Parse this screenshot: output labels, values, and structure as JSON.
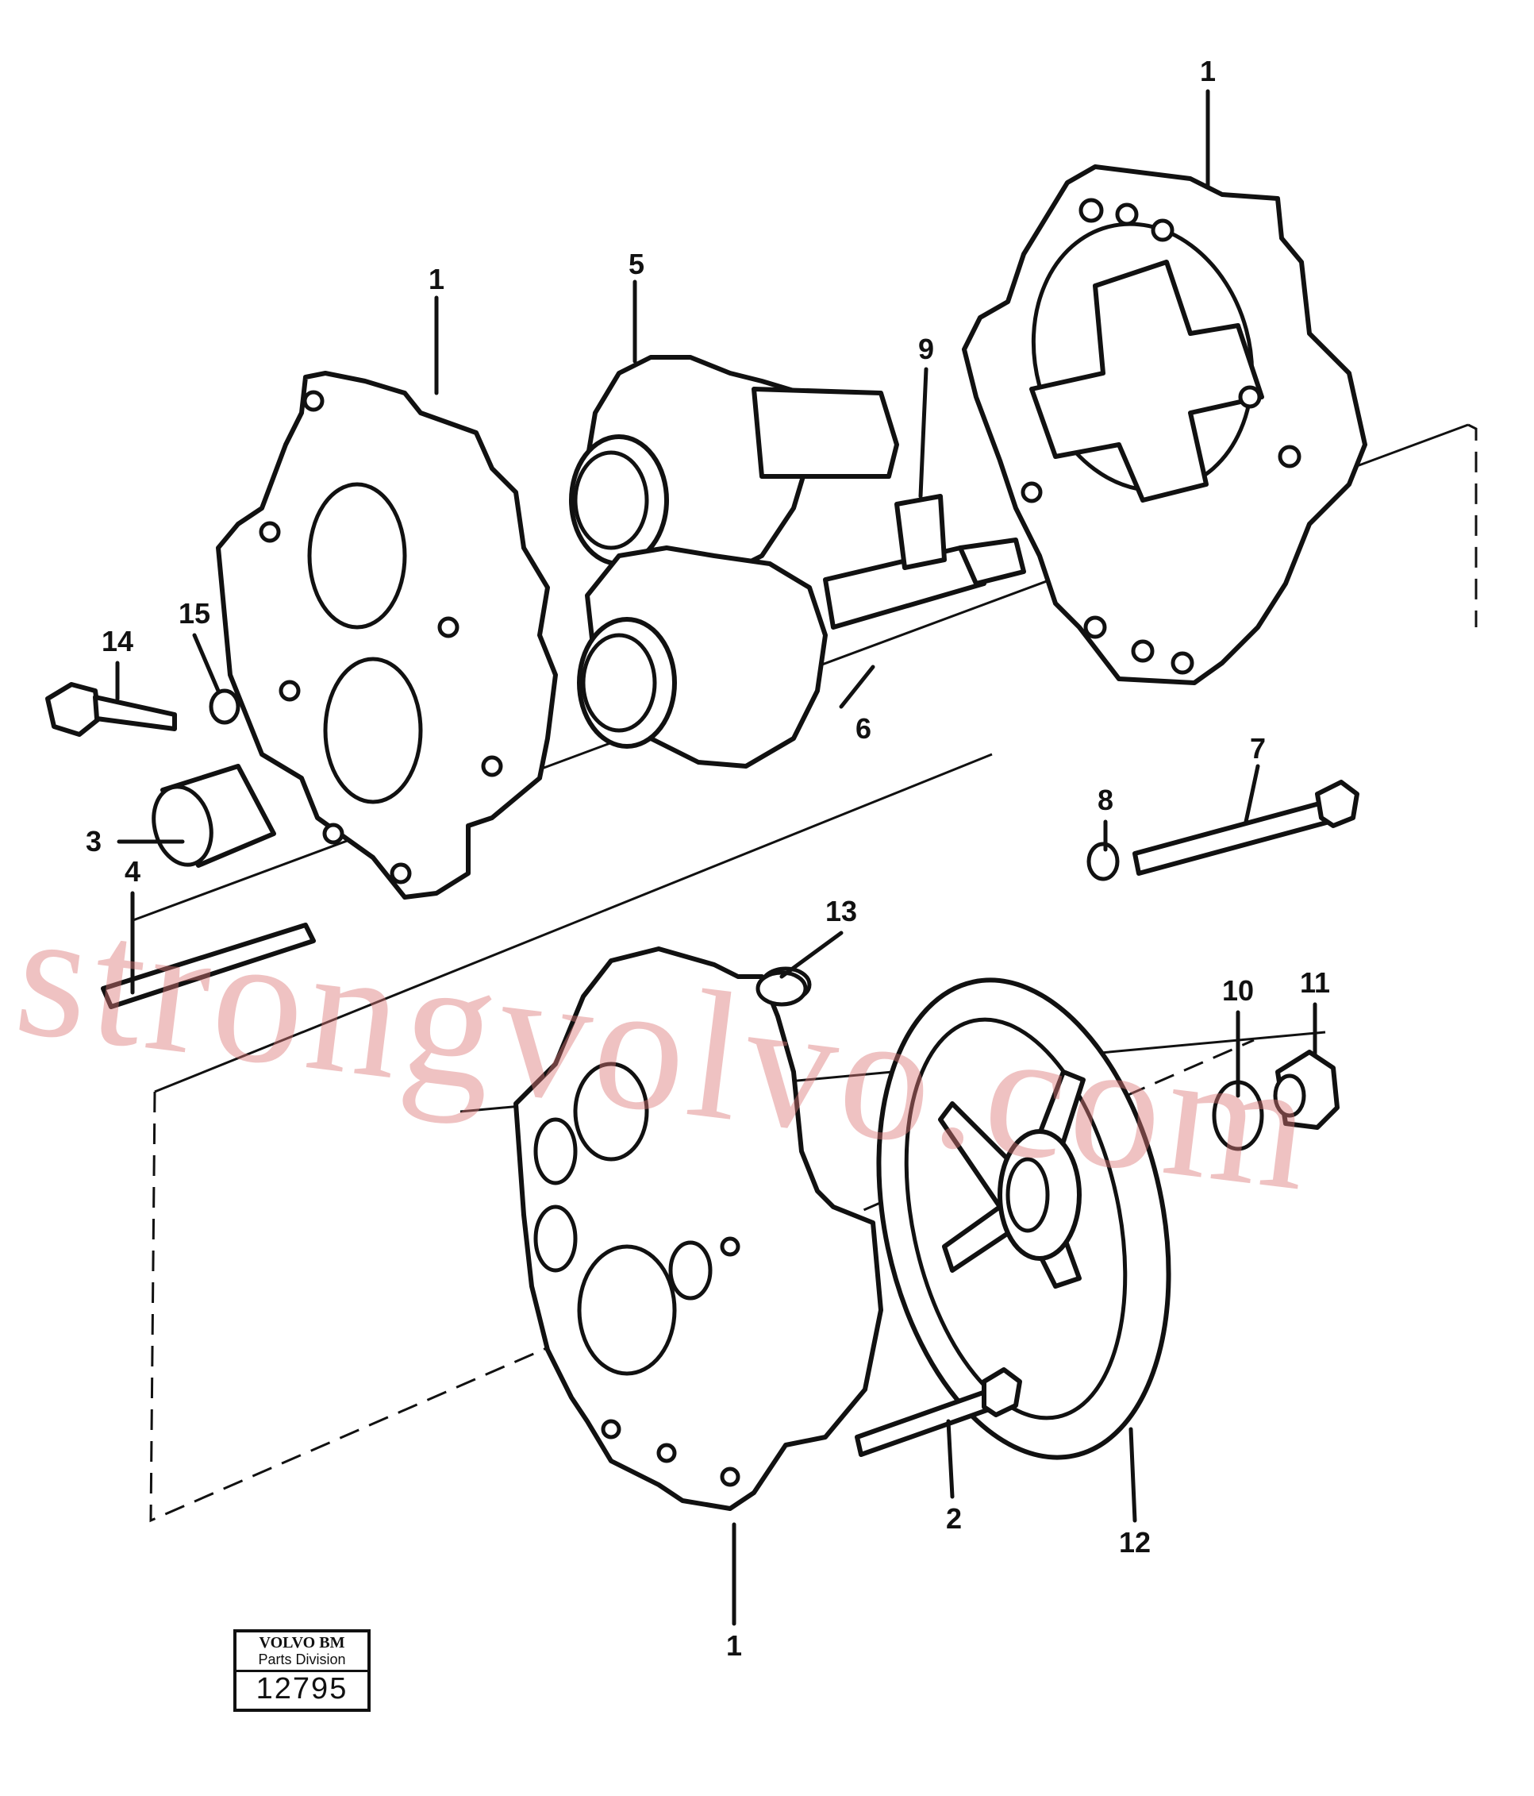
{
  "callouts": [
    {
      "id": "c1a",
      "text": "1"
    },
    {
      "id": "c1b",
      "text": "1"
    },
    {
      "id": "c1c",
      "text": "1"
    },
    {
      "id": "c2",
      "text": "2"
    },
    {
      "id": "c3",
      "text": "3"
    },
    {
      "id": "c4",
      "text": "4"
    },
    {
      "id": "c5",
      "text": "5"
    },
    {
      "id": "c6",
      "text": "6"
    },
    {
      "id": "c7",
      "text": "7"
    },
    {
      "id": "c8",
      "text": "8"
    },
    {
      "id": "c9",
      "text": "9"
    },
    {
      "id": "c10",
      "text": "10"
    },
    {
      "id": "c11",
      "text": "11"
    },
    {
      "id": "c12",
      "text": "12"
    },
    {
      "id": "c13",
      "text": "13"
    },
    {
      "id": "c14",
      "text": "14"
    },
    {
      "id": "c15",
      "text": "15"
    }
  ],
  "watermark": "strongvolvo.com",
  "logo": {
    "brand": "VOLVO BM",
    "division": "Parts Division",
    "number": "12795"
  },
  "colors": {
    "ink": "#111111",
    "watermark": "#dc7878"
  }
}
